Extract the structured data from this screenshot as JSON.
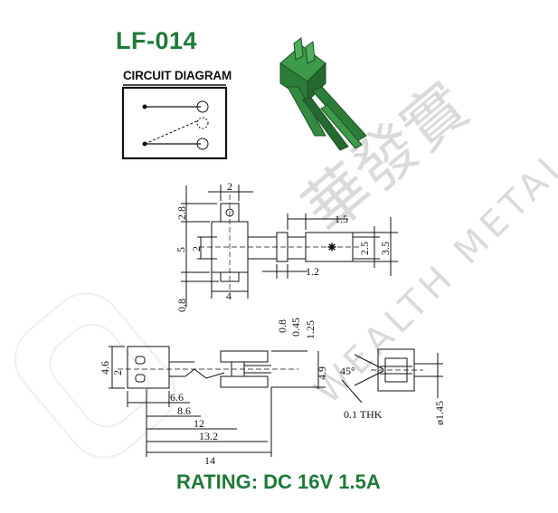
{
  "title": "LF-014",
  "circuit_label": "CIRCUIT DIAGRAM",
  "rating": "RATING: DC 16V 1.5A",
  "colors": {
    "title": "#1f7a3a",
    "part": "#2f7d3b",
    "line": "#111111"
  },
  "watermark": {
    "cjk": "華發實",
    "latin": "WEALTH METAL"
  },
  "dimensions_top": {
    "d_2_top": "2",
    "d_2_8": "2.8",
    "d_5": "5",
    "d_2_mid": "2",
    "d_0_8": "0.8",
    "d_4": "4",
    "d_1_5": "1.5",
    "d_2_5": "2.5",
    "d_3_5": "3.5",
    "d_1_2": "1.2"
  },
  "dimensions_side": {
    "d_4_6": "4.6",
    "d_2": "2",
    "d_0_8": "0.8",
    "d_0_45": "0.45",
    "d_1_25": "1.25",
    "d_4_9": "4.9",
    "d_6_6": "6.6",
    "d_8_6": "8.6",
    "d_12": "12",
    "d_13_2": "13.2",
    "d_14": "14"
  },
  "dimensions_end": {
    "angle": "45°",
    "thk": "0.1 THK",
    "dia": "ø1.45"
  }
}
